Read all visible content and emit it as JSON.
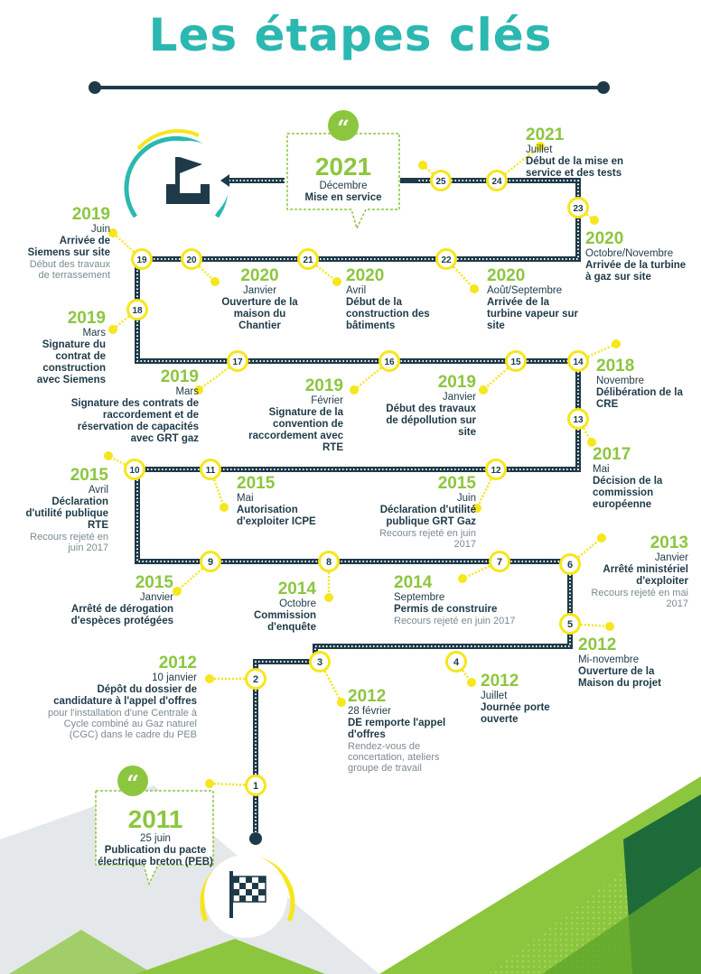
{
  "title": "Les étapes clés",
  "colors": {
    "teal": "#2bb8b0",
    "green": "#8cc63f",
    "navy": "#1e3a48",
    "yellow": "#f6e61b"
  },
  "highlight_2021": {
    "year": "2021",
    "date": "Décembre",
    "text": "Mise en service"
  },
  "highlight_2011": {
    "year": "2011",
    "date": "25 juin",
    "text": "Publication du pacte électrique breton (PEB)"
  },
  "events": [
    {
      "num": "1",
      "year": "2011",
      "date": "25 juin",
      "text": "Publication du pacte électrique breton (PEB)"
    },
    {
      "num": "2",
      "year": "2012",
      "date": "10 janvier",
      "text": "Dépôt du dossier de candidature à l'appel d'offres",
      "note": "pour l'installation d'une Centrale à Cycle combiné au Gaz naturel (CGC) dans le cadre du PEB"
    },
    {
      "num": "3",
      "year": "2012",
      "date": "28 février",
      "text": "DE remporte l'appel d'offres",
      "note": "Rendez-vous de concertation, ateliers groupe de travail"
    },
    {
      "num": "4",
      "year": "2012",
      "date": "Juillet",
      "text": "Journée porte ouverte"
    },
    {
      "num": "5",
      "year": "2012",
      "date": "Mi-novembre",
      "text": "Ouverture de la Maison du projet"
    },
    {
      "num": "6",
      "year": "2013",
      "date": "Janvier",
      "text": "Arrêté ministériel d'exploiter",
      "note": "Recours rejeté en mai 2017"
    },
    {
      "num": "7",
      "year": "2014",
      "date": "Septembre",
      "text": "Permis de construire",
      "note": "Recours rejeté en juin 2017"
    },
    {
      "num": "8",
      "year": "2014",
      "date": "Octobre",
      "text": "Commission d'enquête"
    },
    {
      "num": "9",
      "year": "2015",
      "date": "Janvier",
      "text": "Arrêté de dérogation d'espèces protégées"
    },
    {
      "num": "10",
      "year": "2015",
      "date": "Avril",
      "text": "Déclaration d'utilité publique RTE",
      "note": "Recours rejeté en juin 2017"
    },
    {
      "num": "11",
      "year": "2015",
      "date": "Mai",
      "text": "Autorisation d'exploiter ICPE"
    },
    {
      "num": "12",
      "year": "2015",
      "date": "Juin",
      "text": "Déclaration d'utilité publique GRT Gaz",
      "note": "Recours rejeté en juin 2017"
    },
    {
      "num": "13",
      "year": "2017",
      "date": "Mai",
      "text": "Décision de la commission européenne"
    },
    {
      "num": "14",
      "year": "2018",
      "date": "Novembre",
      "text": "Délibération de la CRE"
    },
    {
      "num": "15",
      "year": "2019",
      "date": "Janvier",
      "text": "Début des travaux de dépollution sur site"
    },
    {
      "num": "16",
      "year": "2019",
      "date": "Février",
      "text": "Signature de la convention de raccordement avec RTE"
    },
    {
      "num": "17",
      "year": "2019",
      "date": "Mars",
      "text": "Signature des contrats de raccordement et de réservation de capacités avec GRT gaz"
    },
    {
      "num": "18",
      "year": "2019",
      "date": "Mars",
      "text": "Signature du contrat de construction avec Siemens"
    },
    {
      "num": "19",
      "year": "2019",
      "date": "Juin",
      "text": "Arrivée de Siemens sur site",
      "note": "Début des travaux de terrassement"
    },
    {
      "num": "20",
      "year": "2020",
      "date": "Janvier",
      "text": "Ouverture de la maison du Chantier"
    },
    {
      "num": "21",
      "year": "2020",
      "date": "Avril",
      "text": "Début de la construction des bâtiments"
    },
    {
      "num": "22",
      "year": "2020",
      "date": "Août/Septembre",
      "text": "Arrivée de la turbine vapeur sur site"
    },
    {
      "num": "23",
      "year": "2020",
      "date": "Octobre/Novembre",
      "text": "Arrivée de la turbine à gaz sur site"
    },
    {
      "num": "24",
      "year": "2021",
      "date": "Juillet",
      "text": "Début de la mise en service et des tests"
    },
    {
      "num": "25",
      "year": "2021",
      "date": "Décembre",
      "text": "Mise en service"
    }
  ]
}
